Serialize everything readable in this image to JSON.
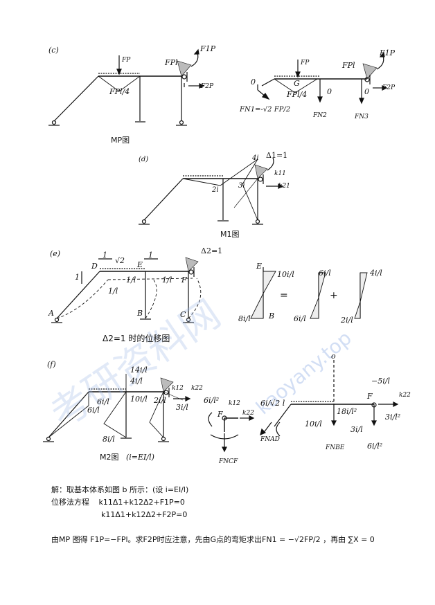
{
  "figure_c": {
    "label": "(c)",
    "caption": "MP图",
    "left": {
      "fp": "FP",
      "moment_mid": "FPl/4",
      "moment_corner": "FPl",
      "f1p": "F1P",
      "f2p": "F2P"
    },
    "right": {
      "fp": "FP",
      "moment_corner": "FPl",
      "f1p": "F1P",
      "f2p": "F2P",
      "g": "G",
      "fpl4": "FPl/4",
      "zero_a": "0",
      "zero_b": "0",
      "zero_c": "0",
      "fn1": "FN1=-√2 FP/2",
      "fn2": "FN2",
      "fn3": "FN3"
    }
  },
  "figure_d": {
    "label": "(d)",
    "caption": "M1图",
    "delta": "Δ1=1",
    "v4i": "4i",
    "v2i": "2i",
    "v3i": "3i",
    "k11": "k11",
    "k21": "k21"
  },
  "figure_e": {
    "label": "(e)",
    "caption": "Δ2=1 时的位移图",
    "delta": "Δ2=1",
    "len_1a": "1",
    "len_sqrt2": "√2",
    "len_1b": "1",
    "len_1c": "1",
    "node_a": "A",
    "node_b": "B",
    "node_c": "C",
    "node_d": "D",
    "node_e": "E",
    "node_f": "F",
    "r1": "1/l",
    "r2": "1/l",
    "r3": "1/l",
    "m_e": "E",
    "m_b": "B",
    "m_10": "10i/l",
    "m_8": "8i/l",
    "eq": "=",
    "plus": "+",
    "m_6a": "6i/l",
    "m_6b": "6i/l",
    "m_4": "4i/l",
    "m_2": "2i/l"
  },
  "figure_f": {
    "label": "(f)",
    "caption": "M2图",
    "caption_note": "(i=EI/l)",
    "v14": "14i/l",
    "v4": "4i/l",
    "v10": "10i/l",
    "v2": "2i/l",
    "v3": "3i/l",
    "v6a": "6i/l",
    "v6b": "6i/l",
    "v8": "8i/l",
    "k12": "k12",
    "k22": "k22",
    "p_6il2": "6i/l²",
    "p_k12": "k12",
    "p_k22": "k22",
    "p_f": "F",
    "p_fncf": "FNCF",
    "q_6": "6i/√2 l",
    "q_fnad": "FNAD",
    "q_18": "18i/l²",
    "q_10": "10i/l",
    "q_3": "3i/l",
    "q_fnbe": "FNBE",
    "q_3l2": "3i/l²",
    "q_6l2": "6i/l²",
    "q_m5": "−5i/l",
    "q_f": "F",
    "q_k22": "k22",
    "q_o": "o"
  },
  "solution": {
    "line1": "解：取基本体系如图 b 所示：(设 i=EI/l)",
    "line2_label": "位移法方程",
    "line2_eq": "k11Δ1+k12Δ2+F1P=0",
    "line3_eq": "k11Δ1+k12Δ2+F2P=0",
    "line4": "由MP 图得 F1P=−FPl。求F2P时应注意，先由G点的弯矩求出FN1 = −√2FP/2 ，再由 ∑X = 0"
  },
  "watermark": {
    "text": "kaoyany.top",
    "chars": "考研资料网"
  }
}
